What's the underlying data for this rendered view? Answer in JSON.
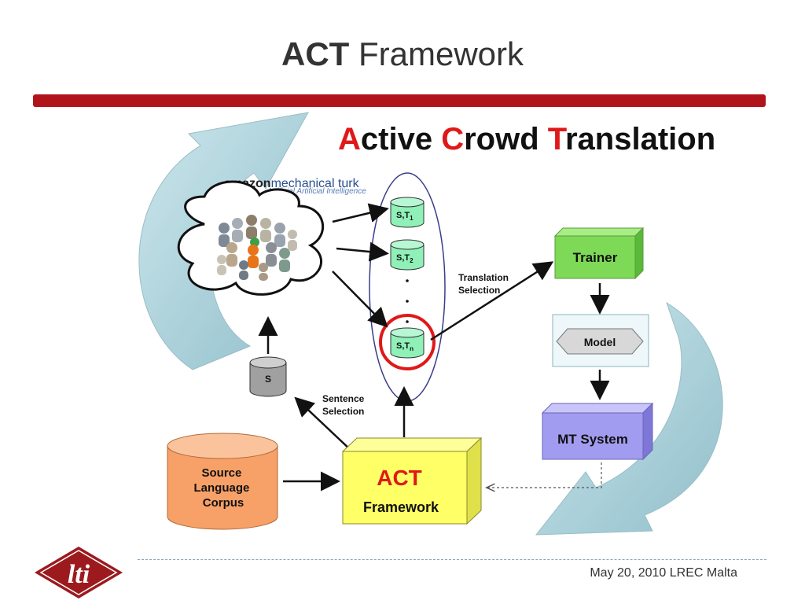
{
  "slide": {
    "title_bold": "ACT",
    "title_rest": "Framework"
  },
  "diagram": {
    "heading": {
      "a": "A",
      "ctive": "ctive ",
      "c": "C",
      "rowd": "rowd ",
      "t": "T",
      "ranslation": "ranslation"
    },
    "mturk": {
      "logo_amazon": "amazon",
      "logo_rest": "mechanical turk",
      "tagline": "Artificial Artificial Intelligence"
    },
    "buckets": {
      "b1": {
        "main": "S,T",
        "sub": "1"
      },
      "b2": {
        "main": "S,T",
        "sub": "2"
      },
      "bn": {
        "main": "S,T",
        "sub": "n"
      }
    },
    "source_cyl": "S",
    "labels": {
      "translation_selection_1": "Translation",
      "translation_selection_2": "Selection",
      "sentence_selection_1": "Sentence",
      "sentence_selection_2": "Selection"
    },
    "trainer": "Trainer",
    "model": "Model",
    "mt_system": "MT System",
    "corpus": {
      "line1": "Source",
      "line2": "Language",
      "line3": "Corpus"
    },
    "act_box": {
      "line1": "ACT",
      "line2": "Framework"
    }
  },
  "footer": {
    "date_venue": "May 20, 2010  LREC Malta",
    "logo_text": "lti"
  },
  "colors": {
    "accent_red": "#b0141a",
    "curve_teal": "#9ccbd6",
    "trainer_green": "#7ed957",
    "mt_purple": "#a29cf0",
    "act_yellow": "#ffff66",
    "corpus_orange": "#f7a068",
    "bucket_green": "#8ff0b8"
  }
}
